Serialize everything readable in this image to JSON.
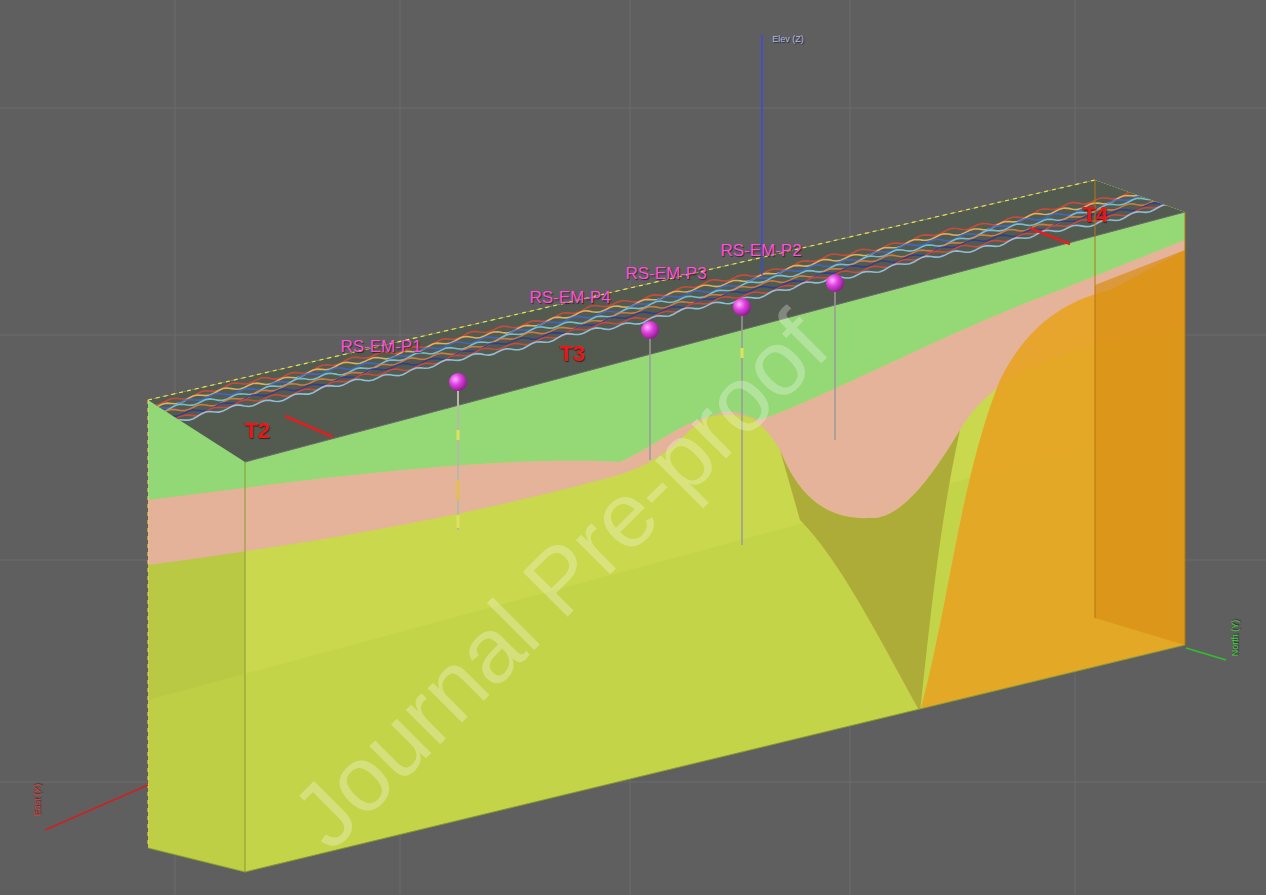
{
  "diagram": {
    "labels": [
      "Elev (Z)",
      "RS-EM-P2",
      "RS-EM-P3",
      "RS-EM-P4",
      "T4",
      "RS-EM-P1",
      "T3",
      "T2",
      "North (Y)",
      "East (X)",
      "Journal Pre-proof"
    ]
  }
}
